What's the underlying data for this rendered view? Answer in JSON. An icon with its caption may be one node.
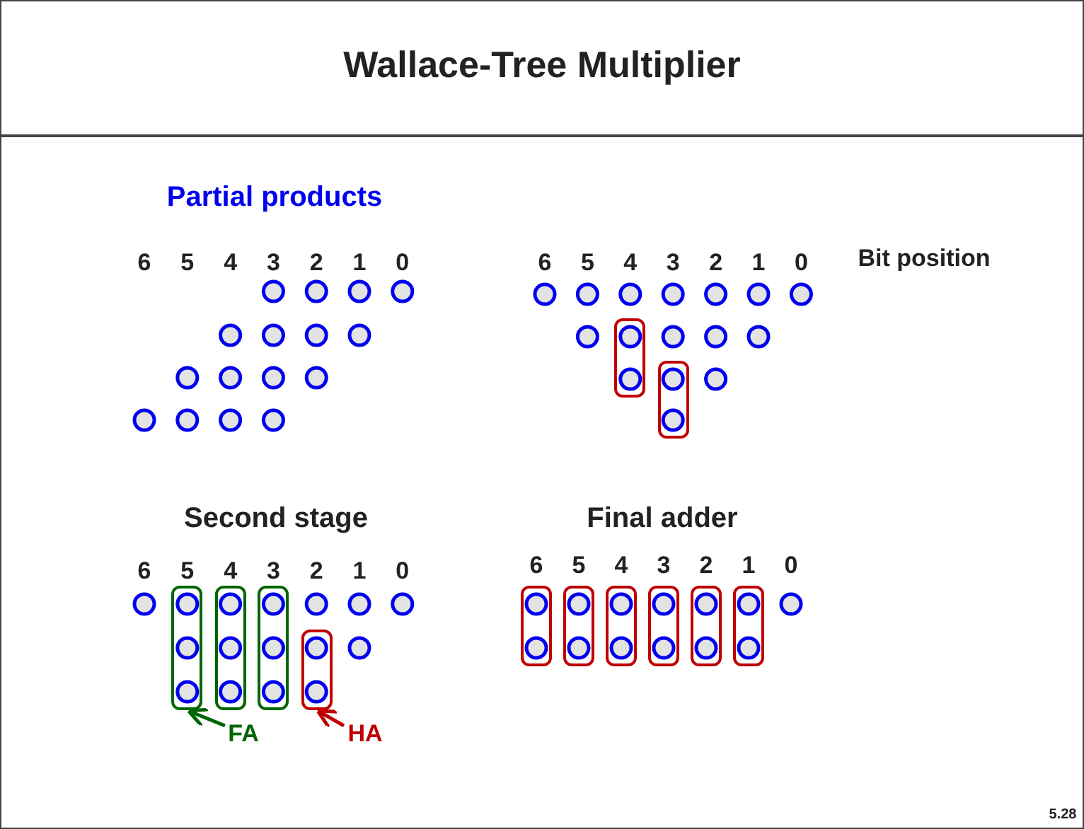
{
  "diagram": {
    "title": "Wallace-Tree Multiplier",
    "nodes": [
      {
        "text": [],
        "shape": "box"
      },
      {
        "text": [],
        "shape": "box"
      },
      {
        "text": [],
        "shape": "box"
      },
      {
        "text": [],
        "shape": "box"
      },
      {
        "text": [],
        "shape": "box"
      },
      {
        "text": [],
        "shape": "box"
      },
      {
        "text": [
          "FA"
        ]
      },
      {
        "text": [
          "HA"
        ]
      },
      {
        "text": [],
        "shape": "box"
      },
      {
        "text": [],
        "shape": "box"
      },
      {
        "text": [],
        "shape": "box"
      },
      {
        "text": [],
        "shape": "box"
      },
      {
        "text": [],
        "shape": "box"
      },
      {
        "text": [],
        "shape": "box"
      }
    ],
    "edges": [
      {
        "from": 6,
        "to": 2,
        "arrow": "to",
        "color": "#006600"
      },
      {
        "from": 7,
        "to": 5,
        "arrow": "to",
        "color": "#c00000"
      }
    ],
    "labels": [
      "Partial products",
      "6",
      "5",
      "4",
      "3",
      "2",
      "1",
      "0",
      "6",
      "5",
      "4",
      "3",
      "2",
      "1",
      "0",
      "Bit position",
      "Second stage",
      "Final adder",
      "6",
      "5",
      "4",
      "3",
      "2",
      "1",
      "0",
      "6",
      "5",
      "4",
      "3",
      "2",
      "1",
      "0",
      "5.28"
    ]
  }
}
